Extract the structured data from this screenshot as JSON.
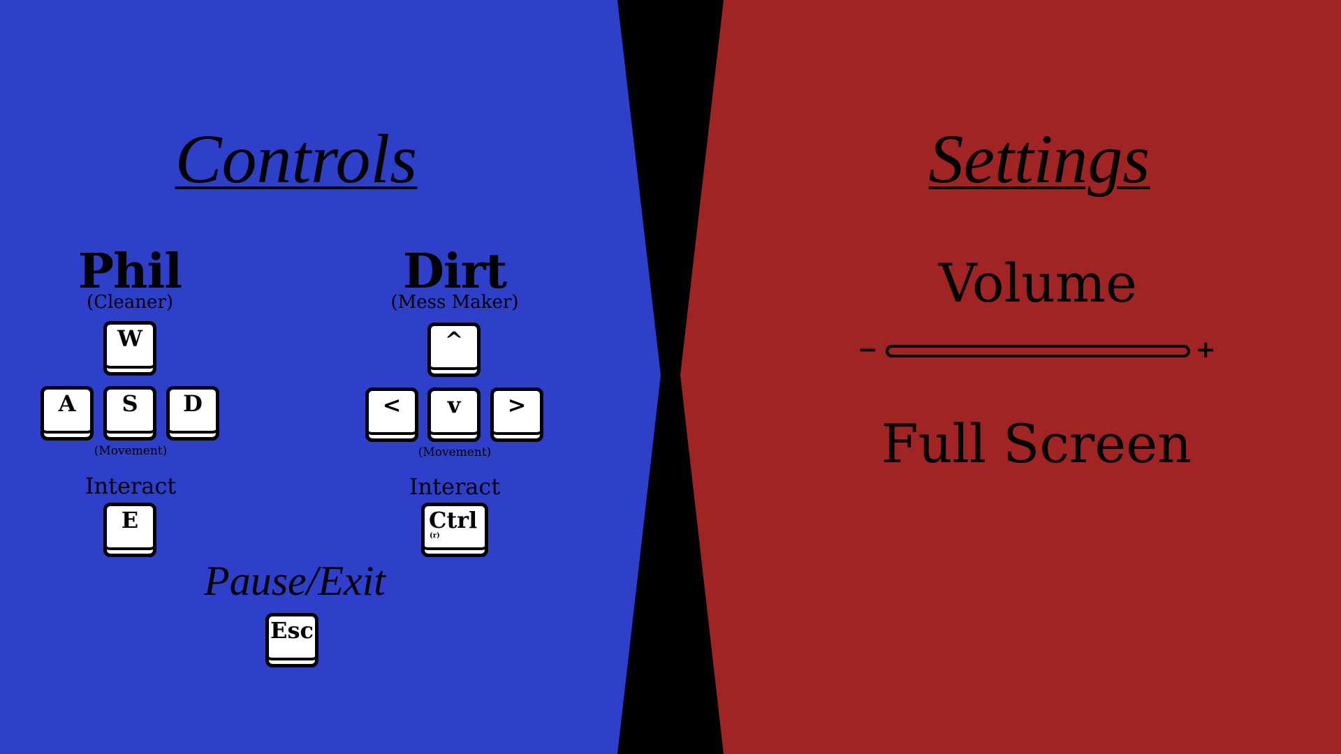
{
  "colors": {
    "left_panel": "#2e40c9",
    "right_panel": "#a02424",
    "divider": "#000000",
    "key_face": "#ffffff",
    "ink": "#000000"
  },
  "controls": {
    "title": "Controls",
    "phil": {
      "name": "Phil",
      "role": "(Cleaner)",
      "keys": {
        "up": "W",
        "left": "A",
        "down": "S",
        "right": "D"
      },
      "movement_label": "(Movement)",
      "interact_label": "Interact",
      "interact_key": "E"
    },
    "dirt": {
      "name": "Dirt",
      "role": "(Mess Maker)",
      "keys": {
        "up": "^",
        "left": "<",
        "down": "v",
        "right": ">"
      },
      "movement_label": "(Movement)",
      "interact_label": "Interact",
      "interact_key": "Ctrl",
      "interact_key_sub": "(r)"
    },
    "pause_label": "Pause/Exit",
    "pause_key": "Esc"
  },
  "settings": {
    "title": "Settings",
    "volume": {
      "label": "Volume",
      "minus": "−",
      "plus": "+",
      "level": 0
    },
    "fullscreen_label": "Full Screen"
  }
}
